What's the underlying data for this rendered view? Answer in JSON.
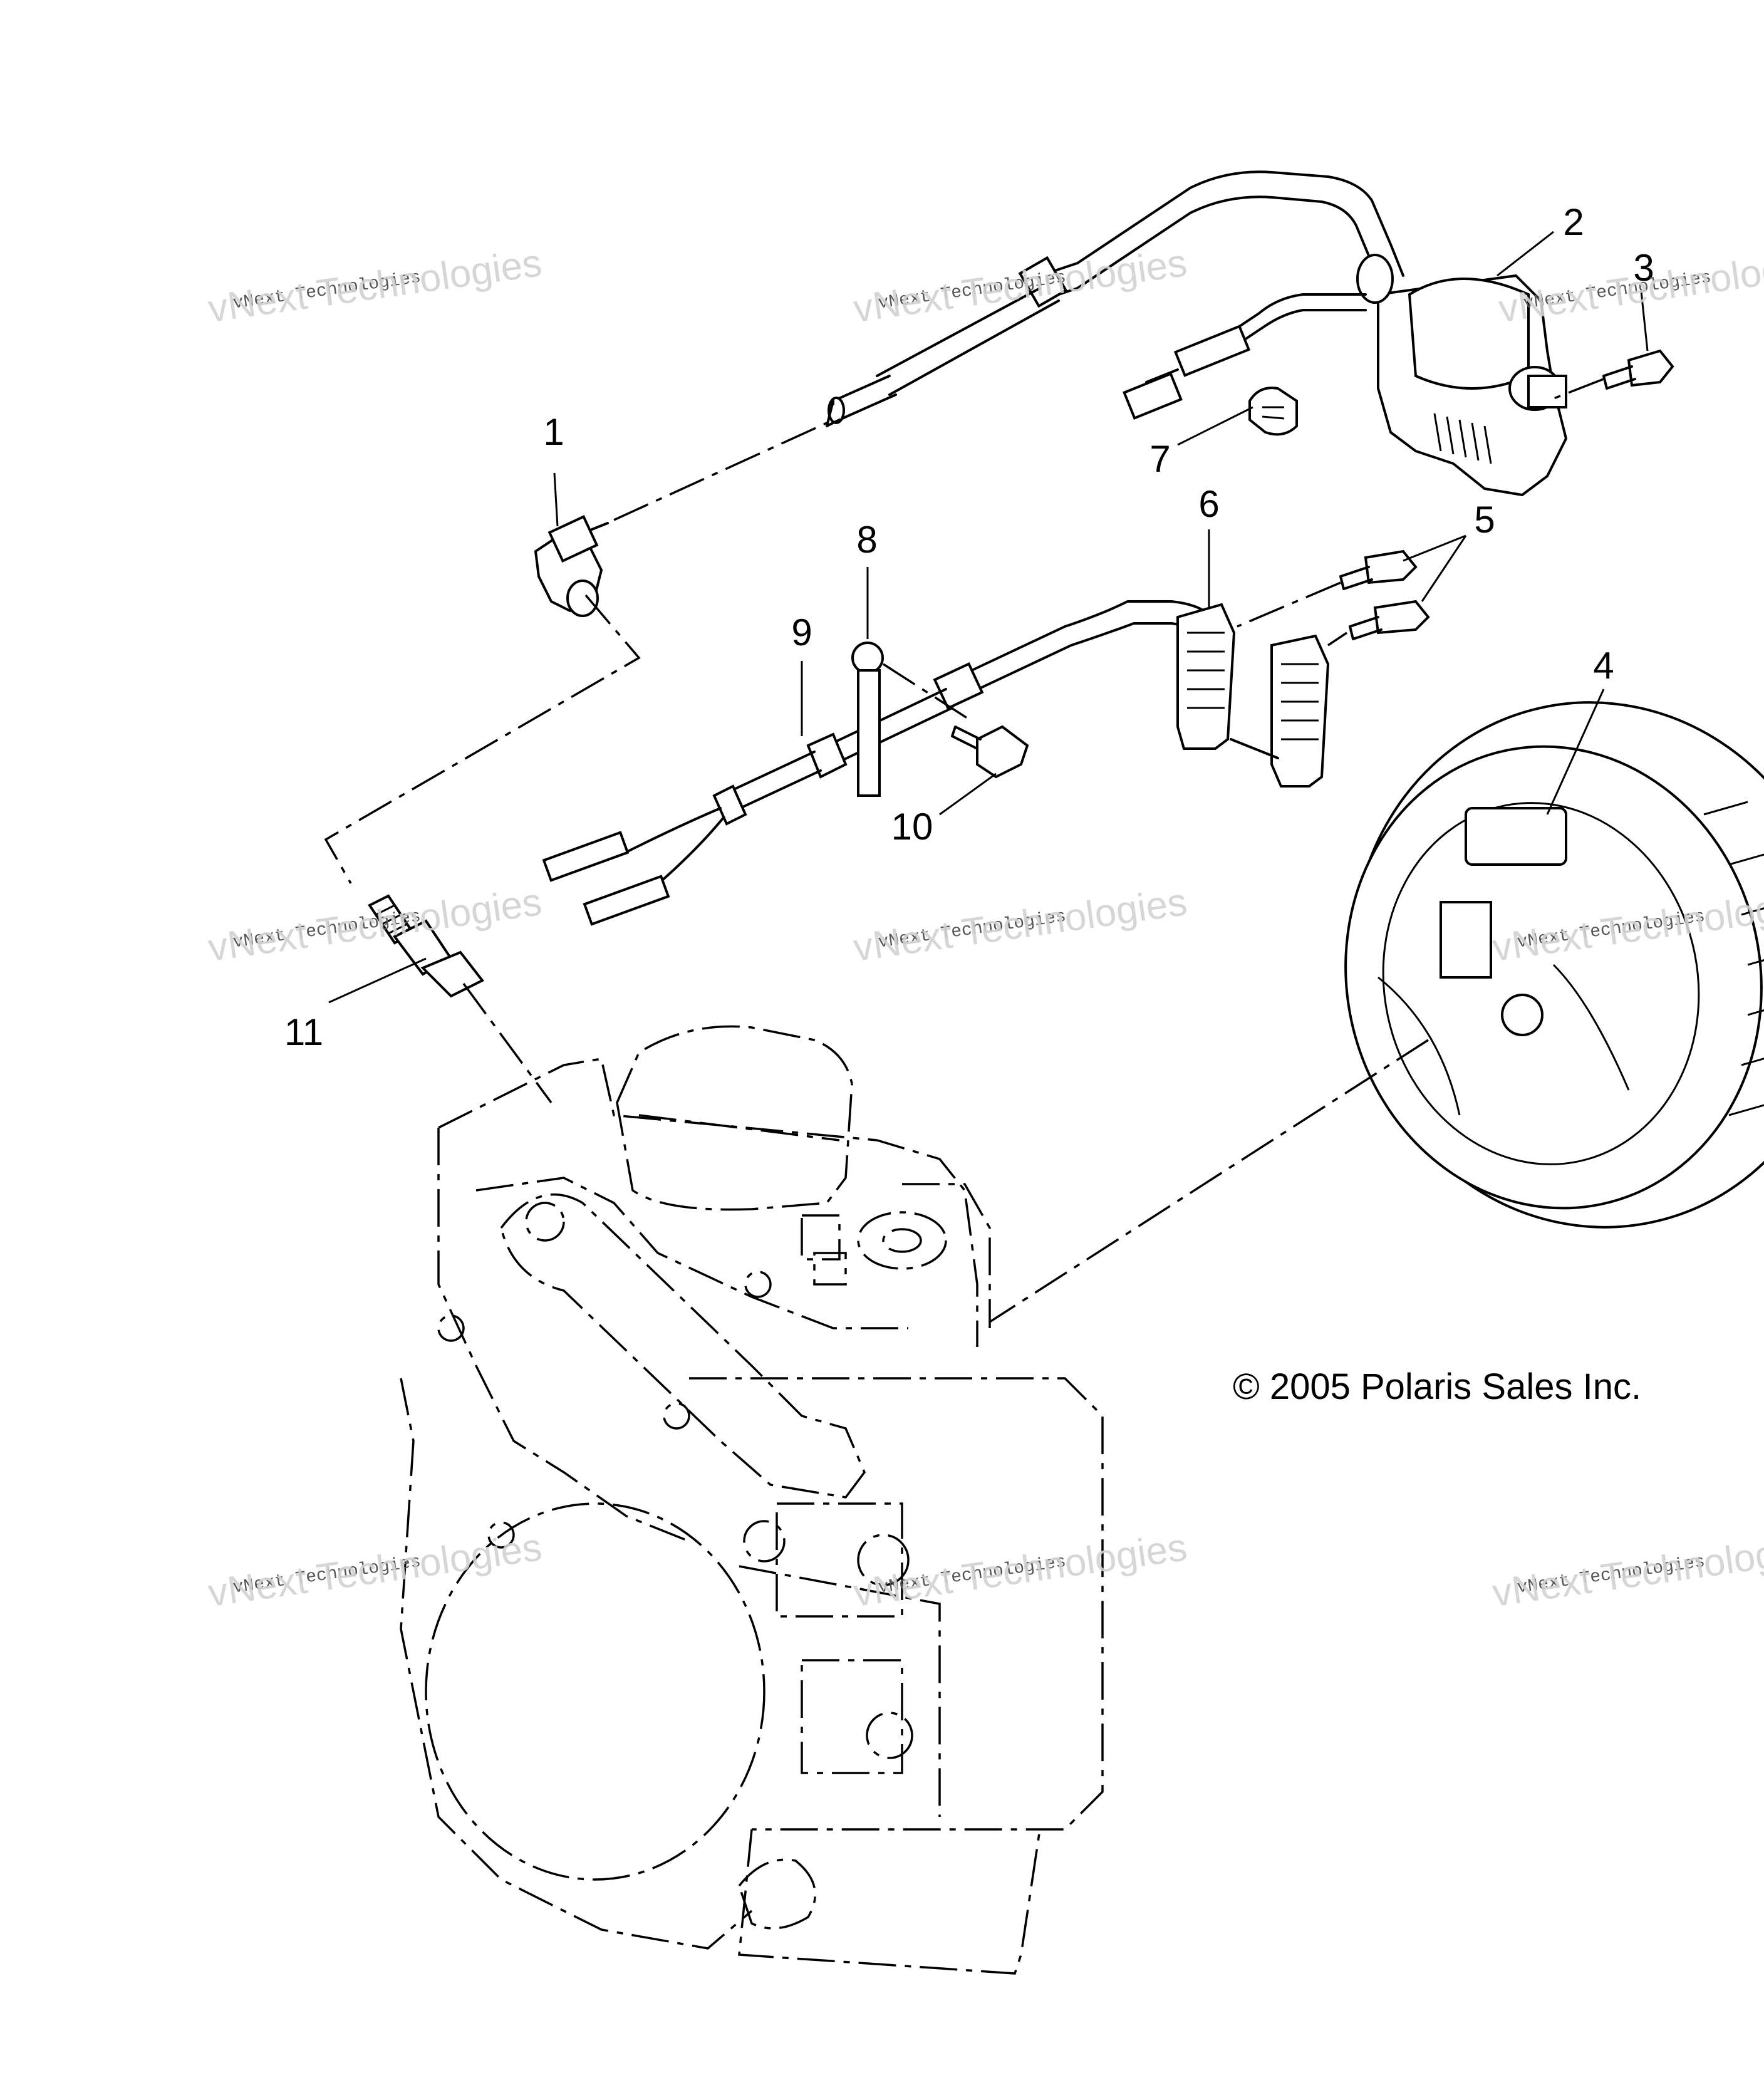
{
  "callouts": [
    {
      "id": "1",
      "text": "1"
    },
    {
      "id": "2",
      "text": "2"
    },
    {
      "id": "3",
      "text": "3"
    },
    {
      "id": "4",
      "text": "4"
    },
    {
      "id": "5",
      "text": "5"
    },
    {
      "id": "6",
      "text": "6"
    },
    {
      "id": "7",
      "text": "7"
    },
    {
      "id": "8",
      "text": "8"
    },
    {
      "id": "9",
      "text": "9"
    },
    {
      "id": "10",
      "text": "10"
    },
    {
      "id": "11",
      "text": "11"
    }
  ],
  "copyright": "© 2005 Polaris Sales Inc.",
  "watermark": {
    "line1": "vNext Technologies",
    "line2": "vNext Technologies"
  }
}
